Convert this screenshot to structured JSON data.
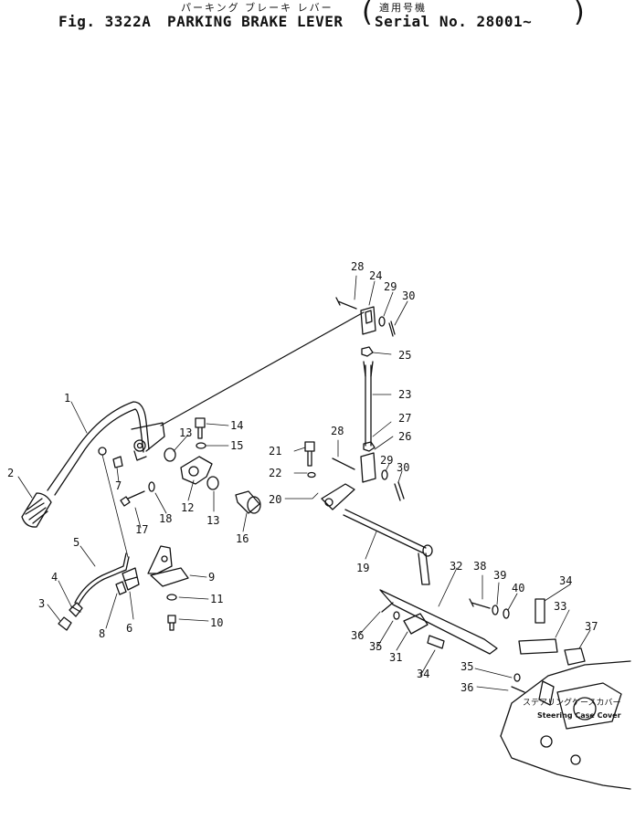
{
  "header": {
    "fig_label": "Fig. 3322A",
    "title_jp": "パーキング ブレーキ レバー",
    "title_en": "PARKING BRAKE LEVER",
    "serial_jp": "適用号機",
    "serial_en": "Serial No. 28001~"
  },
  "callouts": {
    "c1": "1",
    "c2": "2",
    "c3": "3",
    "c4": "4",
    "c5": "5",
    "c6": "6",
    "c7": "7",
    "c8": "8",
    "c9": "9",
    "c10": "10",
    "c11": "11",
    "c12": "12",
    "c13a": "13",
    "c13b": "13",
    "c14": "14",
    "c15": "15",
    "c16": "16",
    "c17": "17",
    "c18": "18",
    "c19": "19",
    "c20": "20",
    "c21": "21",
    "c22": "22",
    "c23": "23",
    "c24": "24",
    "c25": "25",
    "c26": "26",
    "c27": "27",
    "c28a": "28",
    "c28b": "28",
    "c29a": "29",
    "c29b": "29",
    "c30a": "30",
    "c30b": "30",
    "c31": "31",
    "c32": "32",
    "c33": "33",
    "c34a": "34",
    "c34b": "34",
    "c35a": "35",
    "c35b": "35",
    "c36a": "36",
    "c36b": "36",
    "c37": "37",
    "c38": "38",
    "c39": "39",
    "c40": "40"
  },
  "reference_label": {
    "jp": "ステアリングケースカバー",
    "en": "Steering Case Cover"
  }
}
